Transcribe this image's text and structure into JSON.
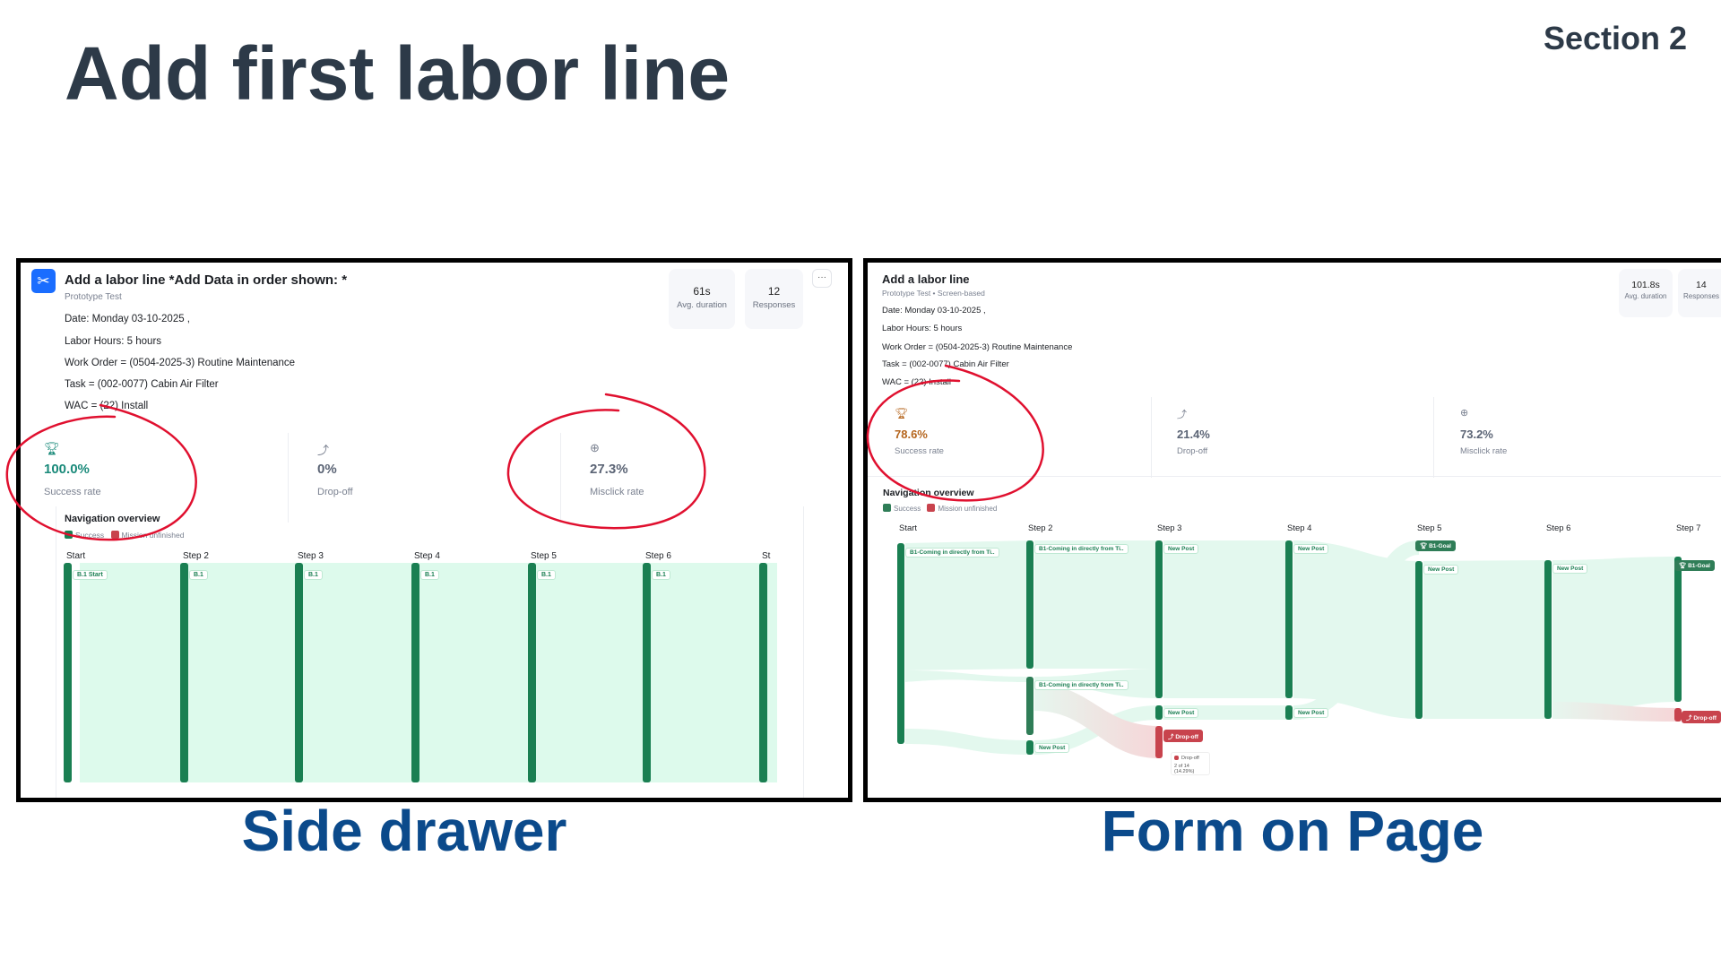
{
  "slide": {
    "title": "Add first labor line",
    "section": "Section 2",
    "captions": [
      "Side drawer",
      "Form on Page"
    ]
  },
  "colors": {
    "success": "#1a7f52",
    "unfinished": "#c8434d",
    "annotation": "#e0102f",
    "caption": "#0b4a8b"
  },
  "left": {
    "title": "Add a labor line *Add Data in order shown: *",
    "subtitle": "Prototype Test",
    "icon": "prototype-icon",
    "lines": [
      "Date: Monday 03-10-2025 ,",
      "Labor Hours: 5 hours",
      "Work Order = (0504-2025-3) Routine Maintenance",
      "Task = (002-0077) Cabin Air Filter",
      "WAC = (22) Install"
    ],
    "duration": {
      "value": "61s",
      "label": "Avg. duration"
    },
    "responses": {
      "value": "12",
      "label": "Responses"
    },
    "more": "···",
    "stats": [
      {
        "icon": "trophy-icon",
        "value": "100.0%",
        "label": "Success rate"
      },
      {
        "icon": "drop-off-icon",
        "value": "0%",
        "label": "Drop-off"
      },
      {
        "icon": "misclick-icon",
        "value": "27.3%",
        "label": "Misclick rate"
      }
    ],
    "nav": {
      "title": "Navigation overview",
      "legend": [
        "Success",
        "Mission unfinished"
      ],
      "steps": [
        "Start",
        "Step 2",
        "Step 3",
        "Step 4",
        "Step 5",
        "Step 6",
        "St"
      ],
      "tags": [
        "B.1 Start",
        "B.1",
        "B.1",
        "B.1",
        "B.1",
        "B.1"
      ]
    }
  },
  "right": {
    "title": "Add a labor line",
    "subtitle": "Prototype Test • Screen-based",
    "lines": [
      "Date: Monday 03-10-2025 ,",
      "Labor Hours: 5 hours",
      "Work Order = (0504-2025-3) Routine Maintenance",
      "Task = (002-0077) Cabin Air Filter",
      "WAC = (22) Install"
    ],
    "duration": {
      "value": "101.8s",
      "label": "Avg. duration"
    },
    "responses": {
      "value": "14",
      "label": "Responses"
    },
    "stats": [
      {
        "icon": "trophy-icon",
        "value": "78.6%",
        "label": "Success rate"
      },
      {
        "icon": "drop-off-icon",
        "value": "21.4%",
        "label": "Drop-off"
      },
      {
        "icon": "misclick-icon",
        "value": "73.2%",
        "label": "Misclick rate"
      }
    ],
    "nav": {
      "title": "Navigation overview",
      "legend": [
        "Success",
        "Mission unfinished"
      ],
      "steps": [
        "Start",
        "Step 2",
        "Step 3",
        "Step 4",
        "Step 5",
        "Step 6",
        "Step 7"
      ],
      "tags": {
        "start": "B1-Coming in directly from Ti..",
        "s2a": "B1-Coming in directly from Ti..",
        "s2b": "B1-Coming in directly from Ti..",
        "s2c": "New Post",
        "s3a": "New Post",
        "s3b": "New Post",
        "s3drop": "Drop-off",
        "s4a": "New Post",
        "s4b": "New Post",
        "s5goal": "B1-Goal",
        "s5": "New Post",
        "s6": "New Post",
        "s7goal": "B1-Goal",
        "s7drop": "Drop-off"
      },
      "tooltip": {
        "title": "Drop-off",
        "detail": "2 of 14 (14.29%)"
      }
    }
  }
}
